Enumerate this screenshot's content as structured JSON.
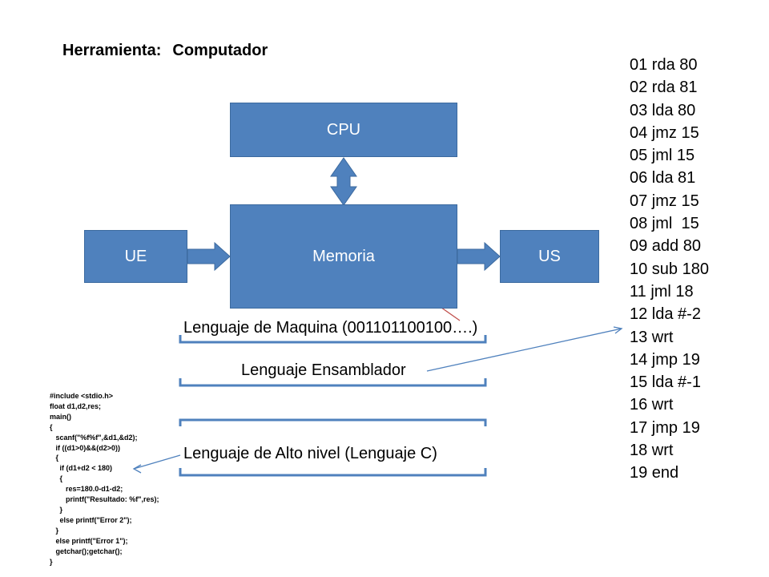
{
  "title": {
    "label": "Herramienta:",
    "value": "Computador"
  },
  "diagram": {
    "cpu": "CPU",
    "memory": "Memoria",
    "input_unit": "UE",
    "output_unit": "US"
  },
  "languages": {
    "machine": "Lenguaje de Maquina (001101100100….)",
    "assembler": "Lenguaje Ensamblador",
    "high_level": "Lenguaje de Alto nivel (Lenguaje C)"
  },
  "assembly_lines": [
    "01 rda 80",
    "02 rda 81",
    "03 lda 80",
    "04 jmz 15",
    "05 jml 15",
    "06 lda 81",
    "07 jmz 15",
    "08 jml  15",
    "09 add 80",
    "10 sub 180",
    "11 jml 18",
    "12 lda #-2",
    "13 wrt",
    "14 jmp 19",
    "15 lda #-1",
    "16 wrt",
    "17 jmp 19",
    "18 wrt",
    "19 end"
  ],
  "c_code_lines": [
    "#include <stdio.h>",
    "float d1,d2,res;",
    "main()",
    "{",
    "   scanf(\"%f%f\",&d1,&d2);",
    "   if ((d1>0)&&(d2>0))",
    "   {",
    "     if (d1+d2 < 180)",
    "     {",
    "        res=180.0-d1-d2;",
    "        printf(\"Resultado: %f\",res);",
    "     }",
    "     else printf(\"Error 2\");",
    "   }",
    "   else printf(\"Error 1\");",
    "   getchar();getchar();",
    "}"
  ],
  "colors": {
    "box_fill": "#4f81bd",
    "box_border": "#3c6a9f",
    "bracket": "#4f81bd",
    "pointer_red": "#c0504d",
    "pointer_blue": "#4f81bd"
  }
}
